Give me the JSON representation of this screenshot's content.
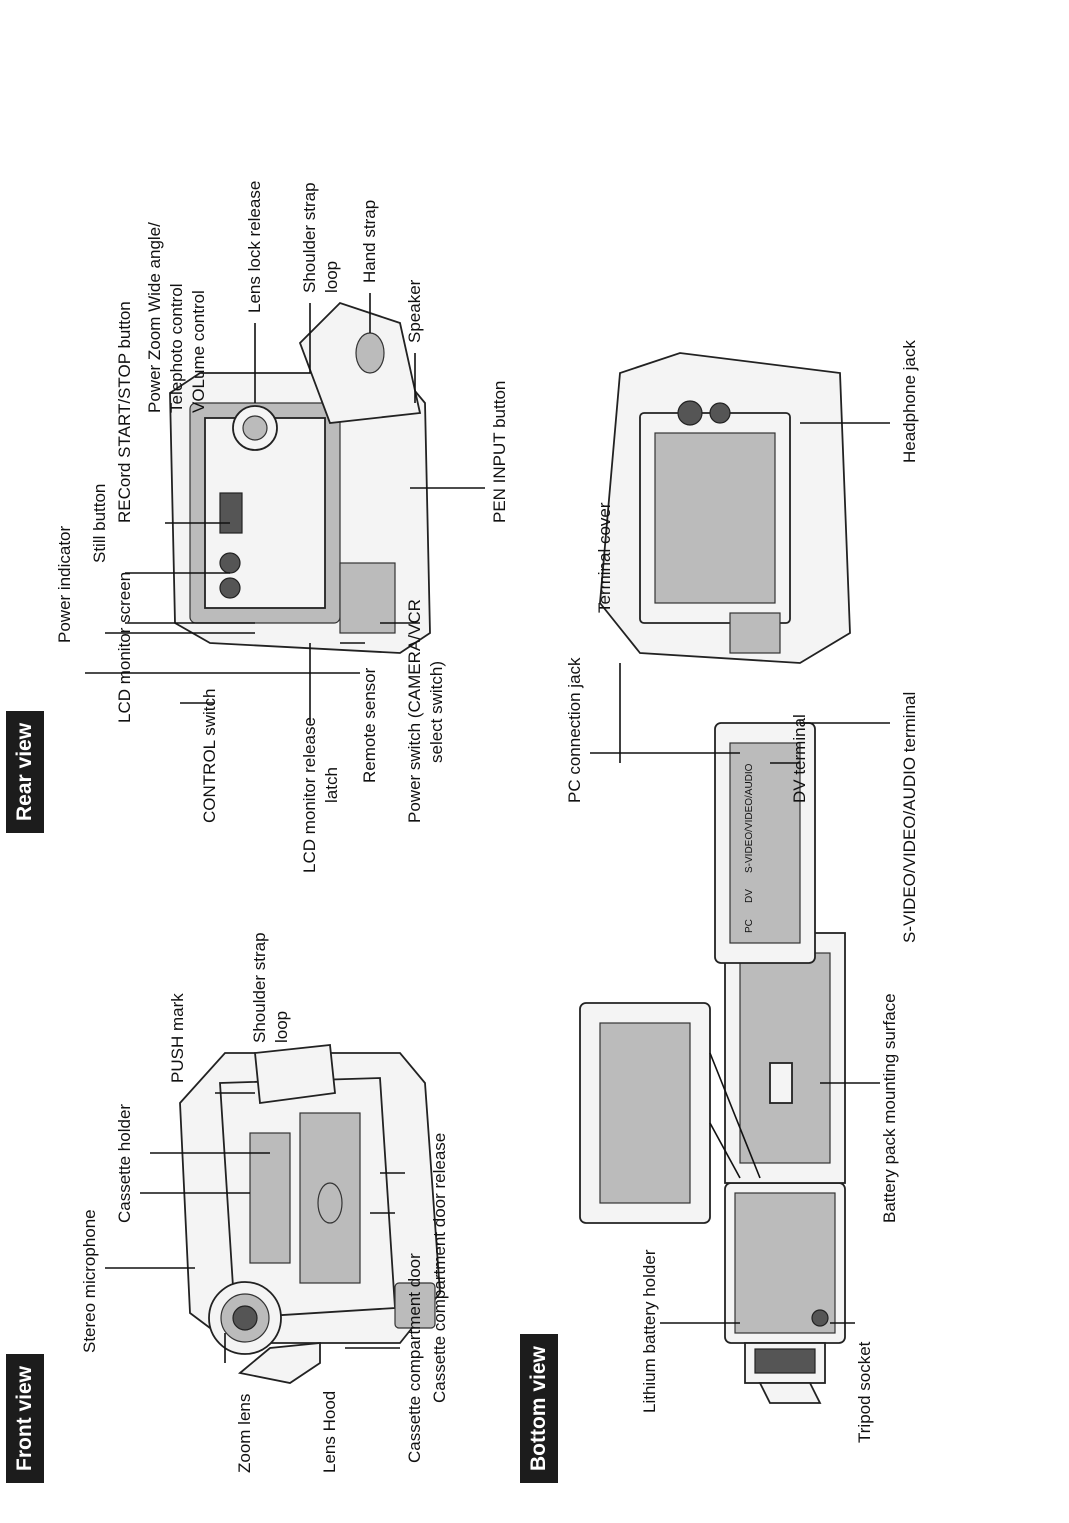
{
  "sections": {
    "front": "Front view",
    "rear": "Rear view",
    "bottom": "Bottom view"
  },
  "front_labels": {
    "stereo_microphone": "Stereo microphone",
    "cassette_holder": "Cassette holder",
    "push_mark": "PUSH mark",
    "shoulder_strap_loop_1": "Shoulder strap",
    "shoulder_strap_loop_2": "loop",
    "zoom_lens": "Zoom lens",
    "lens_hood": "Lens Hood",
    "cassette_door": "Cassette compartment door",
    "cassette_door_release": "Cassette compartment door release"
  },
  "rear_labels": {
    "power_indicator": "Power indicator",
    "still_button": "Still button",
    "record_button": "RECord START/STOP button",
    "power_zoom_1": "Power Zoom Wide angle/",
    "power_zoom_2": "Telephoto control",
    "power_zoom_3": "VOLume control",
    "lcd_screen": "LCD monitor screen",
    "lens_lock_release": "Lens lock release",
    "shoulder_strap_1": "Shoulder strap",
    "shoulder_strap_2": "loop",
    "hand_strap": "Hand strap",
    "speaker": "Speaker",
    "control_switch": "CONTROL switch",
    "lcd_release_1": "LCD monitor release",
    "lcd_release_2": "latch",
    "remote_sensor": "Remote sensor",
    "power_switch_1": "Power switch (CAMERA/VCR",
    "power_switch_2": "select switch)",
    "pen_input": "PEN INPUT button"
  },
  "terminal_labels": {
    "pc_jack": "PC connection jack",
    "terminal_cover": "Terminal cover",
    "dv_terminal": "DV terminal",
    "headphone_jack": "Headphone jack",
    "svideo_terminal": "S-VIDEO/VIDEO/AUDIO terminal",
    "panel_pc": "PC",
    "panel_dv": "DV",
    "panel_svideo": "S-VIDEO/VIDEO/AUDIO"
  },
  "bottom_labels": {
    "lithium_holder": "Lithium battery holder",
    "battery_surface": "Battery pack mounting surface",
    "tripod_socket": "Tripod socket"
  }
}
